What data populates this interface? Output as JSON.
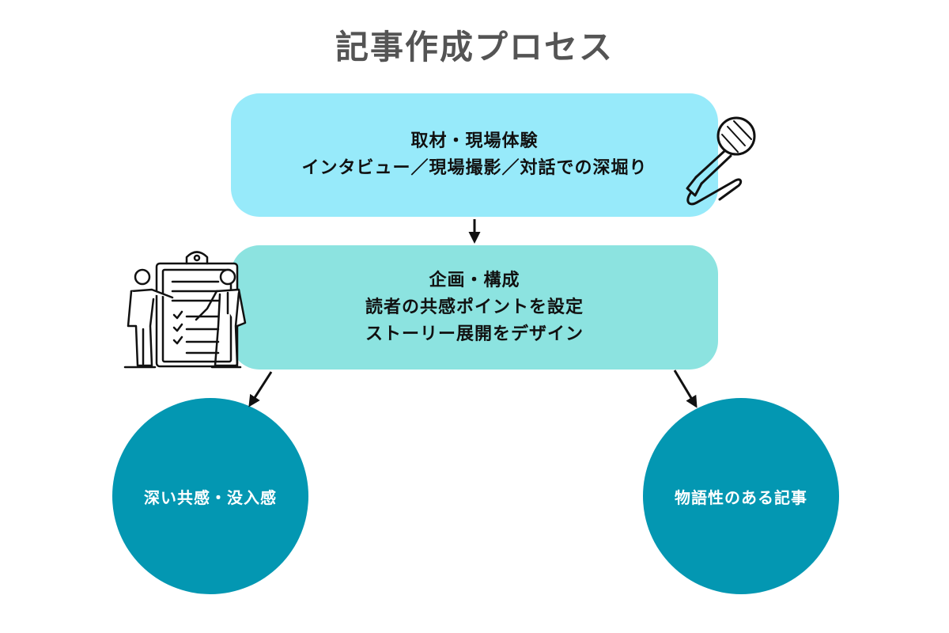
{
  "title": "記事作成プロセス",
  "steps": [
    {
      "lines": [
        "取材・現場体験",
        "インタビュー／現場撮影／対話での深堀り"
      ]
    },
    {
      "lines": [
        "企画・構成",
        "読者の共感ポイントを設定",
        "ストーリー展開をデザイン"
      ]
    }
  ],
  "outcomes": [
    {
      "label": "深い共感・没入感"
    },
    {
      "label": "物語性のある記事"
    }
  ],
  "icons": {
    "step1": "microphone-icon",
    "step2": "planning-clipboard-people-icon"
  },
  "colors": {
    "title": "#545454",
    "step1_fill": "#97eafa",
    "step2_fill": "#8ce3e0",
    "outcome_fill": "#0397b2",
    "outcome_text": "#ffffff",
    "arrow": "#111111"
  }
}
